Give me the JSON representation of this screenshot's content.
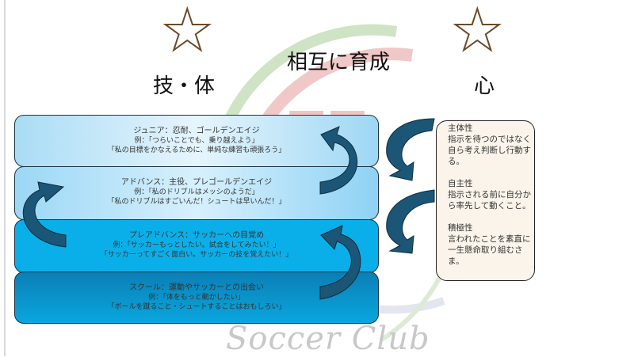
{
  "watermark": {
    "text": "Soccer Club",
    "logo_letters": "JJ"
  },
  "headings": {
    "skill_body": "技・体",
    "center": "相互に育成",
    "mind": "心"
  },
  "stages": [
    {
      "title": "ジュニア：忍耐、ゴールデンエイジ",
      "line1": "例：「つらいことでも、乗り越えよう」",
      "line2": "「私の目標をかなえるために、単純な練習も頑張ろう」"
    },
    {
      "title": "アドバンス：主役、プレゴールデンエイジ",
      "line1": "例：「私のドリブルはメッシのようだ」",
      "line2": "「私のドリブルはすごいんだ！シュートは早いんだ！」"
    },
    {
      "title": "プレアドバンス：サッカーへの目覚め",
      "line1": "例：「サッカーもっとしたい。試合をしてみたい！」",
      "line2": "「サッカーってすごく面白い。サッカーの技を覚えたい！」"
    },
    {
      "title": "スクール：運動やサッカーとの出会い",
      "line1": "例：「体をもっと動かしたい」",
      "line2": "「ボールを蹴ること・シュートすることはおもしろい」"
    }
  ],
  "mind": [
    {
      "title": "主体性",
      "text": "指示を待つのではなく自ら考え判断し行動する。"
    },
    {
      "title": "自主性",
      "text": "指示される前に自分から率先して動くこと。"
    },
    {
      "title": "積極性",
      "text": "言われたことを素直に一生懸命取り組むさま。"
    }
  ],
  "colors": {
    "arrow": "#1b5676",
    "box_dark": "#0a7fb5",
    "box_mid": "#0aafe9",
    "box_light": "#a9dcf5"
  }
}
